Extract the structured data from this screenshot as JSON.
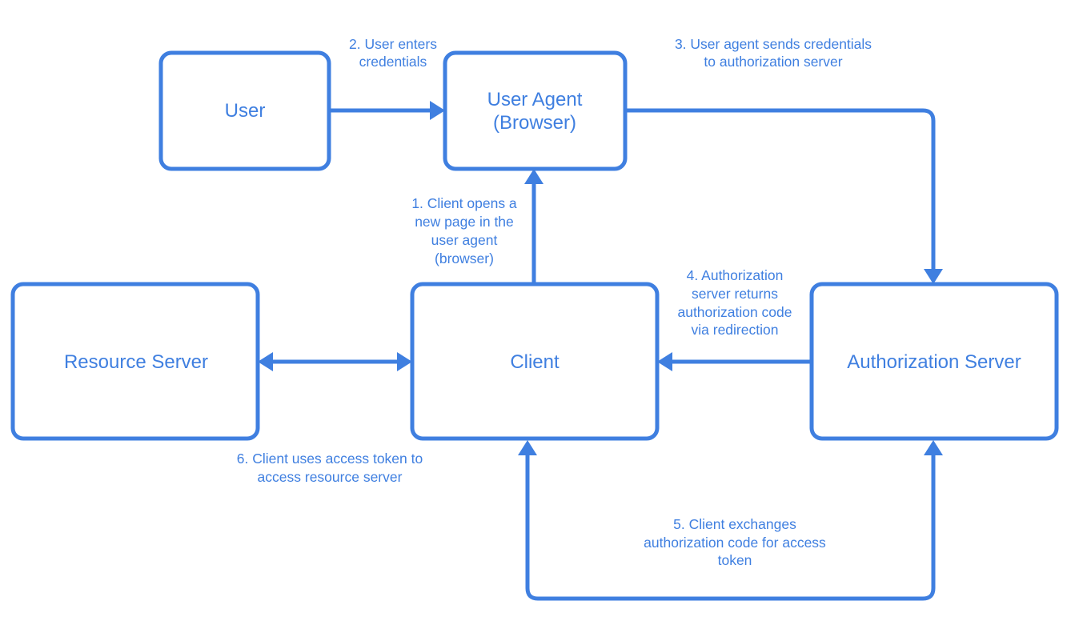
{
  "colors": {
    "primary": "#3f7fe0",
    "background": "#ffffff"
  },
  "nodes": {
    "user": "User",
    "user_agent": [
      "User Agent",
      "(Browser)"
    ],
    "resource_server": "Resource Server",
    "client": "Client",
    "authorization_server": "Authorization Server"
  },
  "edges": {
    "step1": [
      "1. Client opens a",
      "new page in the",
      "user agent",
      "(browser)"
    ],
    "step2": [
      "2. User enters",
      "credentials"
    ],
    "step3": [
      "3. User agent sends credentials",
      "to authorization server"
    ],
    "step4": [
      "4. Authorization",
      "server returns",
      "authorization code",
      "via redirection"
    ],
    "step5": [
      "5. Client exchanges",
      "authorization code for access",
      "token"
    ],
    "step6": [
      "6. Client uses access token to",
      "access resource server"
    ]
  }
}
